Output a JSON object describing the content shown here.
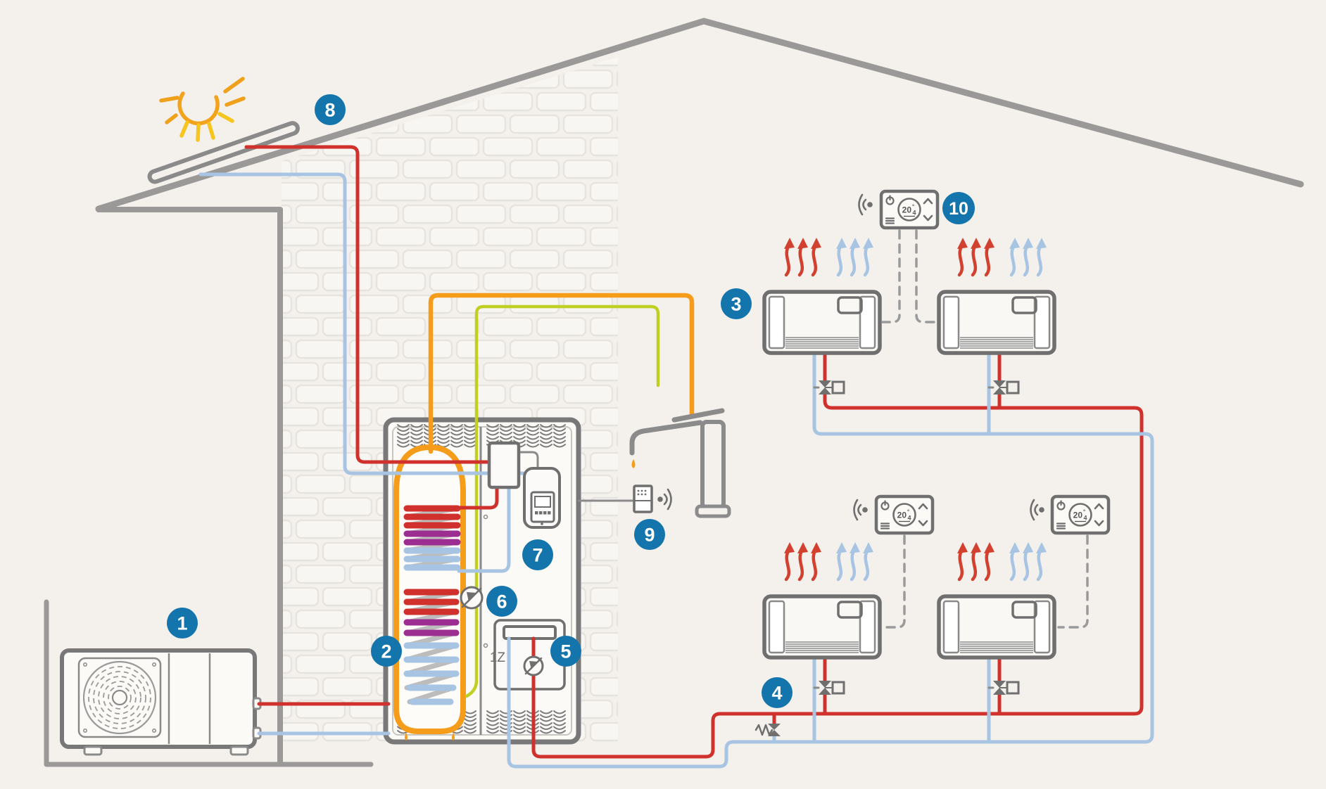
{
  "title": "Home heat pump heating and hot water system diagram",
  "colors": {
    "background": "#f4f1ed",
    "callout_blue": "#1474ac",
    "heating_flow_red": "#d0312d",
    "heating_return_blue": "#a7c4e3",
    "domestic_hot_water_orange": "#f59c1a",
    "cold_water_green": "#c0d022",
    "coil_purple": "#9b2e90",
    "outline_gray": "#6f6f6f",
    "house_gray": "#9b9998"
  },
  "callouts": [
    {
      "n": "1"
    },
    {
      "n": "2"
    },
    {
      "n": "3"
    },
    {
      "n": "4"
    },
    {
      "n": "5"
    },
    {
      "n": "6"
    },
    {
      "n": "7"
    },
    {
      "n": "8"
    },
    {
      "n": "9"
    },
    {
      "n": "10"
    }
  ],
  "thermostat": {
    "temp_int": "20",
    "degree": "°",
    "temp_dec": "4"
  },
  "labels": {
    "zone": "1Z"
  },
  "icons": {
    "sun": "sun-icon",
    "solar_panel": "solar-panel",
    "wifi": "wifi-signal-icon",
    "power": "power-icon",
    "menu": "menu-icon",
    "chevron_up": "chevron-up-icon",
    "chevron_down": "chevron-down-icon",
    "water_drop": "water-drop-icon",
    "fan": "fan-icon",
    "pump": "pump-icon",
    "valve": "valve-icon",
    "heat_waves": "heat-waves-icon",
    "cool_waves": "cool-waves-icon",
    "tap": "tap-icon"
  }
}
